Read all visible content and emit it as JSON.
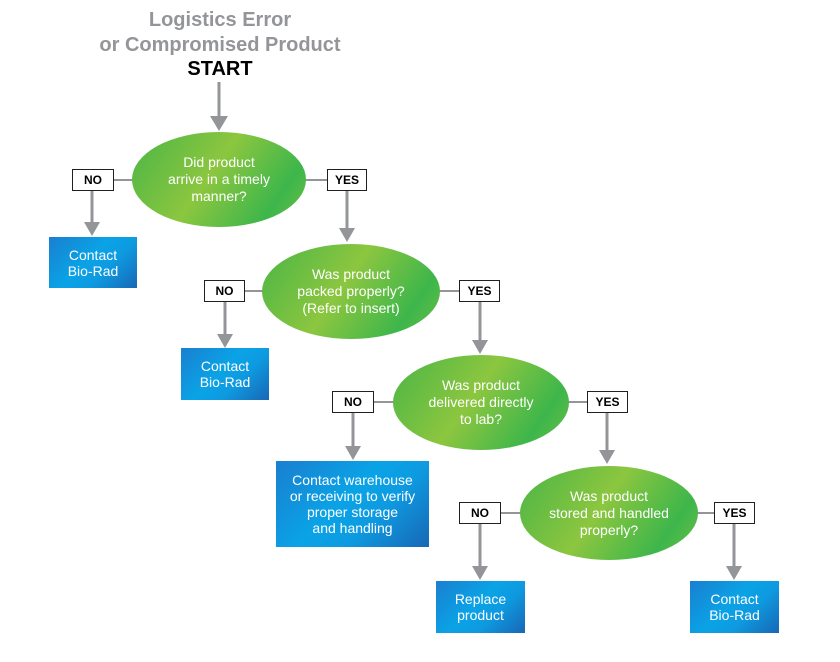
{
  "title": {
    "line1": "Logistics Error",
    "line2": "or Compromised Product",
    "start": "START"
  },
  "colors": {
    "decision_green": "#5cbb46",
    "action_blue": "#0a9be0",
    "connector_gray": "#939598",
    "title_gray": "#939598"
  },
  "decisions": [
    {
      "id": "q1",
      "text": "Did product\narrive in a timely\nmanner?",
      "no_label": "NO",
      "yes_label": "YES"
    },
    {
      "id": "q2",
      "text": "Was product\npacked properly?\n(Refer to insert)",
      "no_label": "NO",
      "yes_label": "YES"
    },
    {
      "id": "q3",
      "text": "Was product\ndelivered directly\nto lab?",
      "no_label": "NO",
      "yes_label": "YES"
    },
    {
      "id": "q4",
      "text": "Was product\nstored and handled\nproperly?",
      "no_label": "NO",
      "yes_label": "YES"
    }
  ],
  "actions": [
    {
      "id": "a1",
      "text": "Contact\nBio-Rad"
    },
    {
      "id": "a2",
      "text": "Contact\nBio-Rad"
    },
    {
      "id": "a3",
      "text": "Contact warehouse\nor receiving to verify\nproper storage\nand handling"
    },
    {
      "id": "a4",
      "text": "Replace\nproduct"
    },
    {
      "id": "a5",
      "text": "Contact\nBio-Rad"
    }
  ]
}
